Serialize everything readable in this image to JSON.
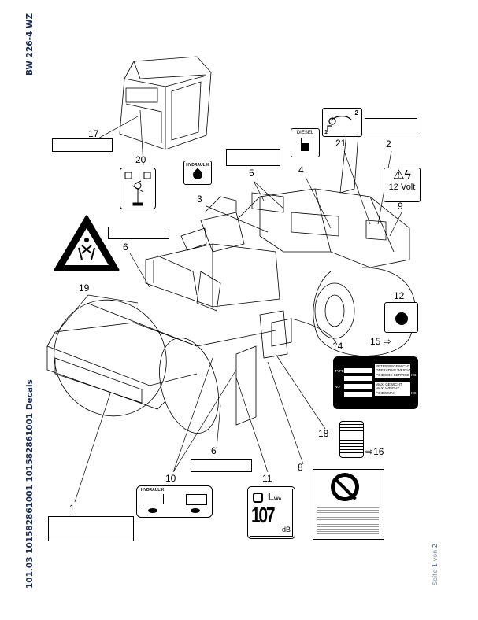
{
  "header": {
    "model": "BW 226-4 WZ"
  },
  "footer": {
    "doc_ref": "101.03 101582861001 101582861001 Decals",
    "page_label": "Seite",
    "page_num": "1",
    "page_of": "von",
    "page_total": "2"
  },
  "callouts": [
    "17",
    "20",
    "5",
    "4",
    "21",
    "2",
    "3",
    "9",
    "6",
    "19",
    "12",
    "15",
    "14",
    "18",
    "16",
    "6",
    "8",
    "10",
    "11",
    "1"
  ],
  "decals": {
    "hydraulik_label": "HYDRAULIK",
    "diesel_label": "DIESEL",
    "volt_label": "12 Volt",
    "sound_level": "107",
    "sound_unit": "dB",
    "sound_symbol": "L",
    "sound_sub": "WA",
    "plate": {
      "type_label": "TYPE",
      "no_label": "NO",
      "weight_lines": [
        "BETRIEBSGEWICHT",
        "OPERATING WEIGHT",
        "POIDS DE SERVICE"
      ],
      "max_lines": [
        "MAX. GEWICHT",
        "MAX. WEIGHT",
        "POIDS MAX"
      ],
      "unit": "KG"
    },
    "lever_step": "2",
    "lever_step_1": "1"
  },
  "arrow_symbol": "⇨"
}
